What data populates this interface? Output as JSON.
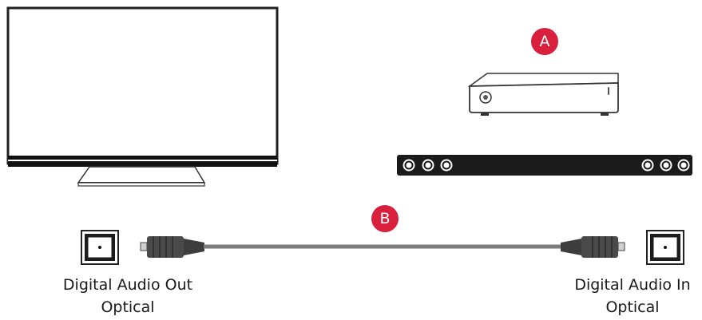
{
  "colors": {
    "badge": "#d81f3c",
    "outline": "#222222",
    "cable": "#7d7d7d",
    "connector": "#4a4a4a"
  },
  "badges": {
    "a": "A",
    "b": "B"
  },
  "labels": {
    "out": {
      "line1": "Digital Audio Out",
      "line2": "Optical"
    },
    "in": {
      "line1": "Digital Audio In",
      "line2": "Optical"
    }
  },
  "icons": [
    "tv-icon",
    "set-top-box-icon",
    "soundbar-icon",
    "optical-port-icon",
    "optical-plug-icon",
    "optical-cable-icon"
  ]
}
